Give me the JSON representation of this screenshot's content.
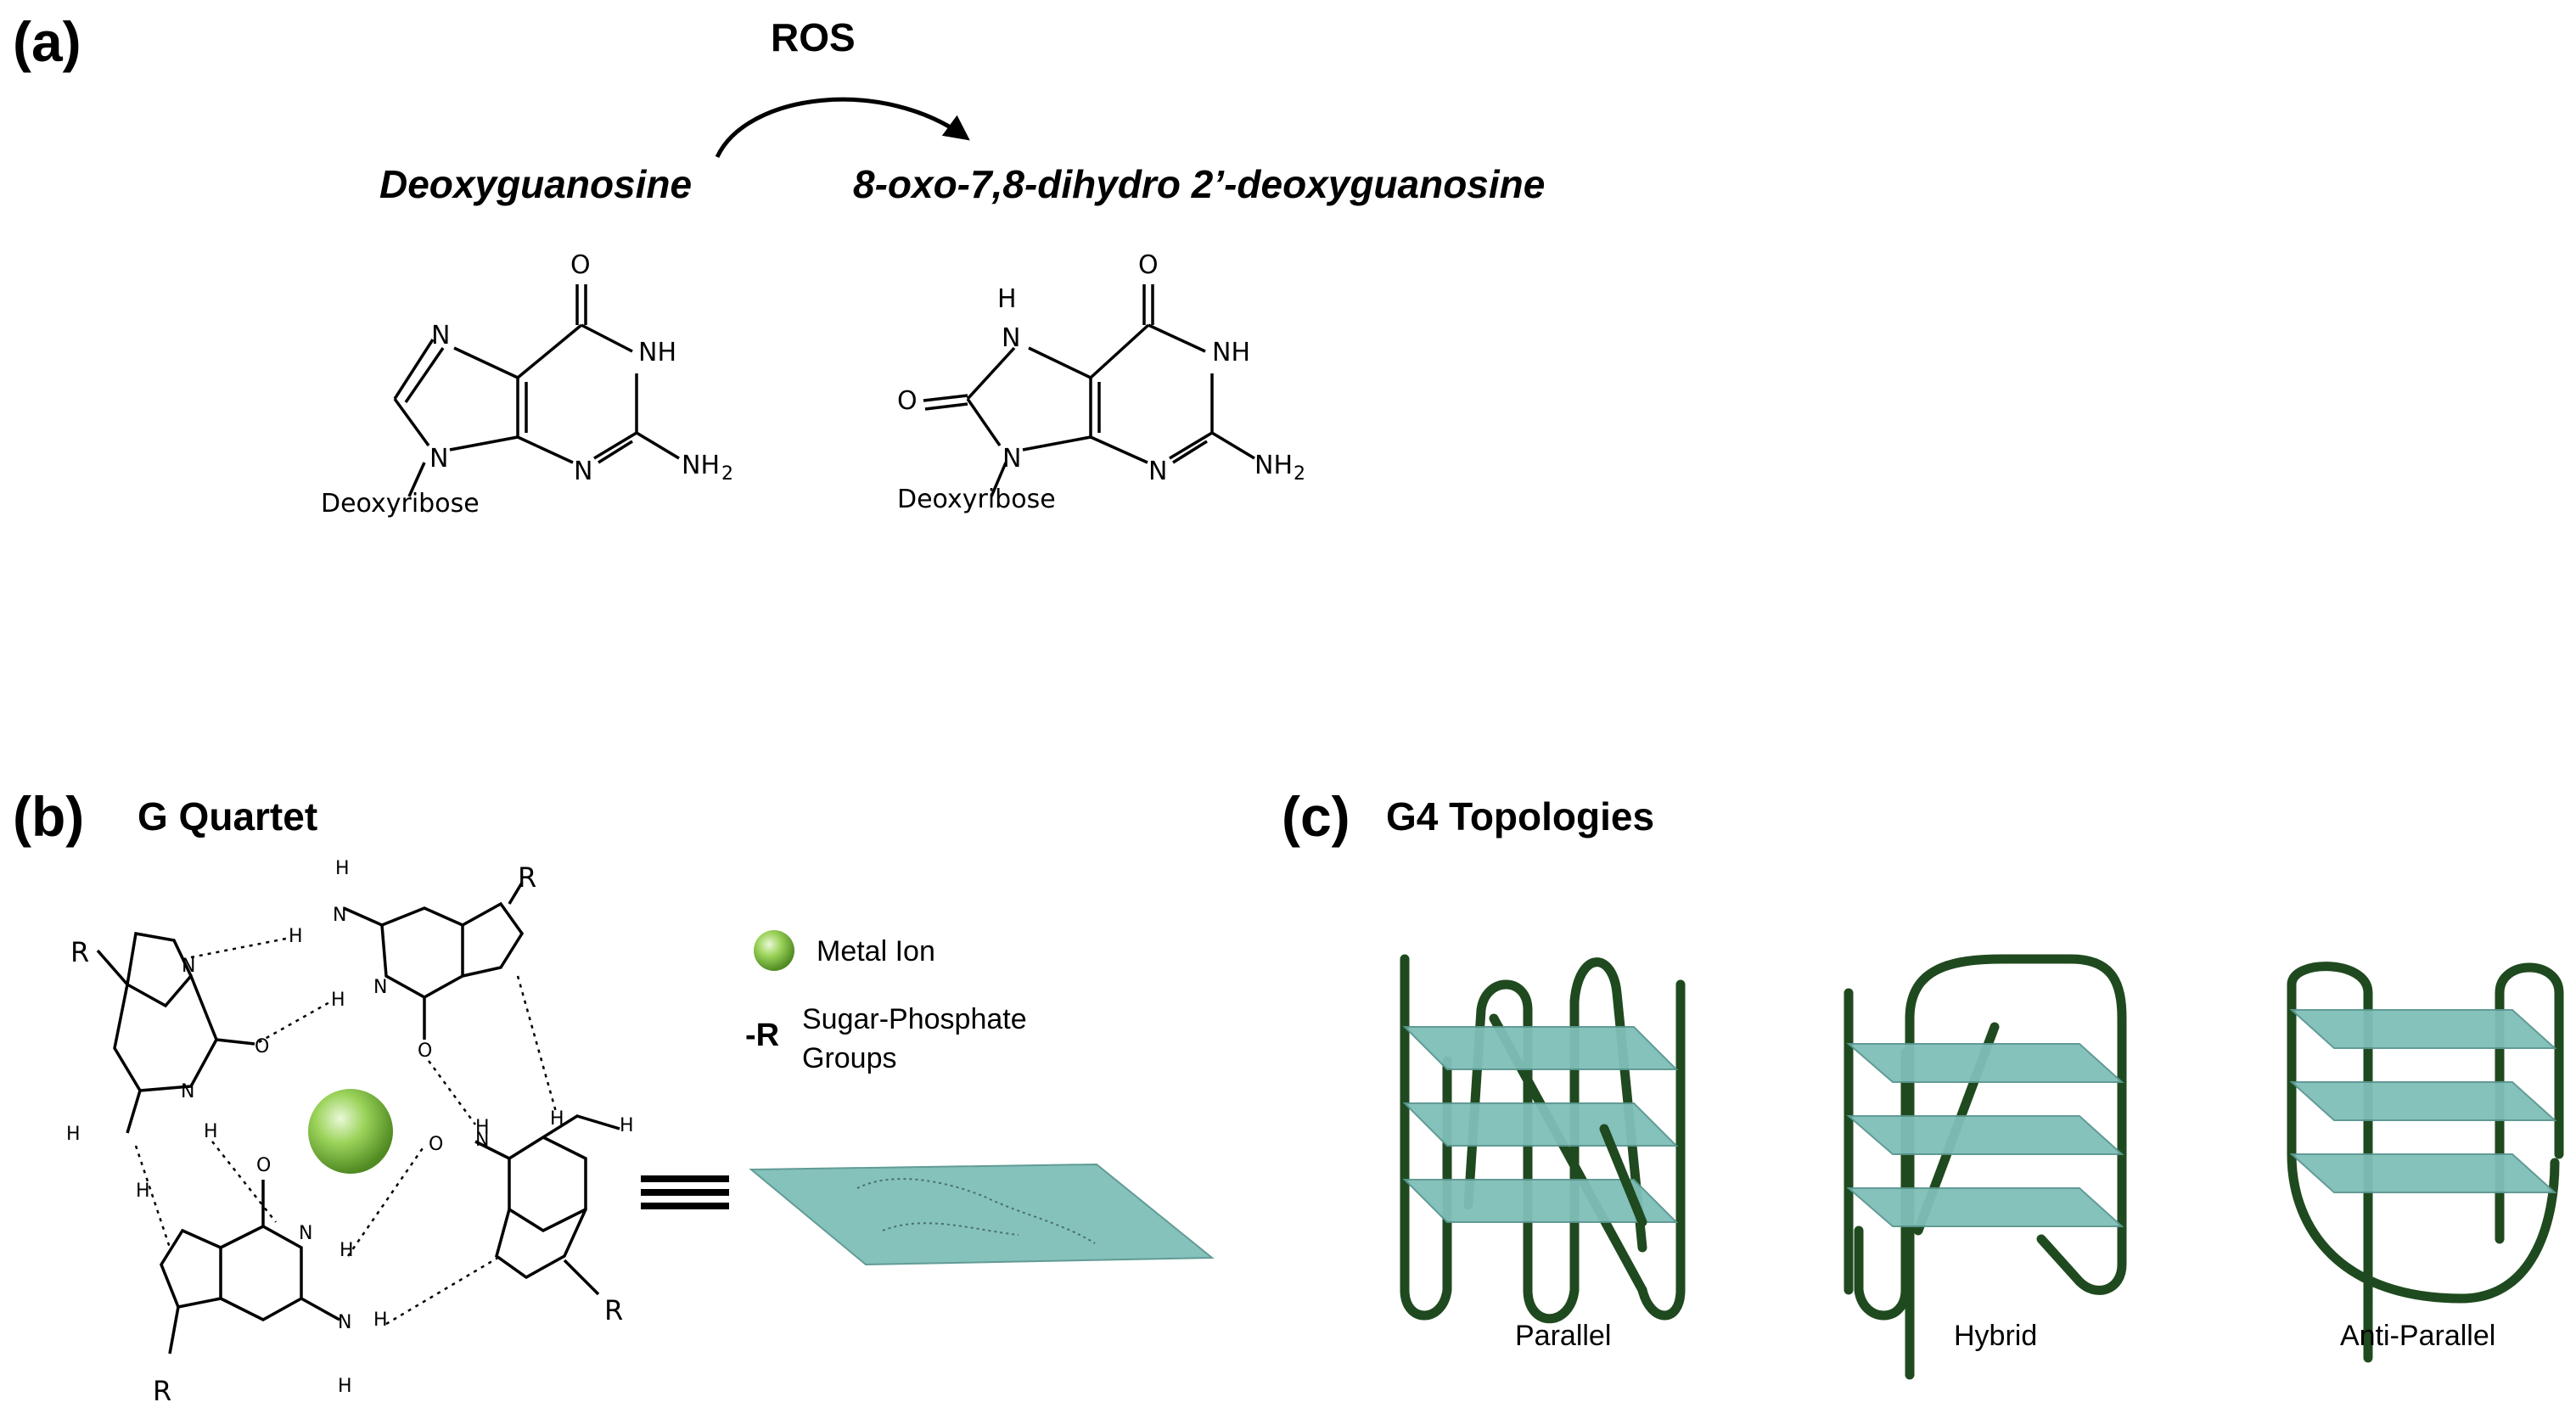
{
  "panel_a": {
    "label": "(a)",
    "arrow_label": "ROS",
    "reactant_name": "Deoxyguanosine",
    "product_name": "8-oxo-7,8-dihydro 2’-deoxyguanosine",
    "reactant_atoms": {
      "o": "O",
      "nh": "NH",
      "nh2": "NH",
      "nh2_sub": "2",
      "n_top": "N",
      "n_mid": "N",
      "n_bottom": "N",
      "substituent": "Deoxyribose"
    },
    "product_atoms": {
      "o": "O",
      "h": "H",
      "n_top": "N",
      "nh": "NH",
      "o_left": "O",
      "nh2": "NH",
      "nh2_sub": "2",
      "n_mid": "N",
      "n_bottom": "N",
      "substituent": "Deoxyribose"
    }
  },
  "panel_b": {
    "label": "(b)",
    "title": "G Quartet",
    "r_group": "R",
    "h_atom": "H",
    "n_atom": "N",
    "o_atom": "O",
    "legend": {
      "metal_ion": "Metal Ion",
      "r_symbol": "-R",
      "sugar_line1": "Sugar-Phosphate",
      "sugar_line2": "Groups"
    },
    "colors": {
      "metal_ion": "#7dbb3c",
      "plate": "#7fbfb8"
    }
  },
  "panel_c": {
    "label": "(c)",
    "title": "G4 Topologies",
    "topologies": [
      "Parallel",
      "Hybrid",
      "Anti-Parallel"
    ],
    "colors": {
      "strand": "#1f4a1f",
      "plate": "#7fbfb8"
    }
  }
}
